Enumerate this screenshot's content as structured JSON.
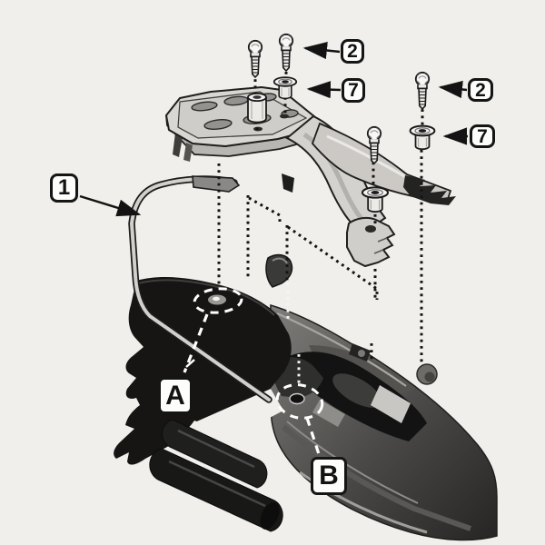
{
  "diagram": {
    "kind": "exploded-assembly-instruction",
    "subject": "motorcycle rear luggage rack mounting diagram",
    "background_color": "#f1efec",
    "ink_color": "#1a1a1a"
  },
  "callouts": [
    {
      "id": "frame-kit",
      "label": "1",
      "points_to": "side-case-frame-tube"
    },
    {
      "id": "screw-top",
      "label": "2",
      "points_to": "ball-head-screw-top"
    },
    {
      "id": "washer-top",
      "label": "7",
      "points_to": "flanged-washer-top"
    },
    {
      "id": "screw-right",
      "label": "2",
      "points_to": "ball-head-screw-right"
    },
    {
      "id": "washer-right",
      "label": "7",
      "points_to": "flanged-washer-right"
    }
  ],
  "mount_points": [
    {
      "id": "mount-a",
      "label": "A"
    },
    {
      "id": "mount-b",
      "label": "B"
    }
  ]
}
